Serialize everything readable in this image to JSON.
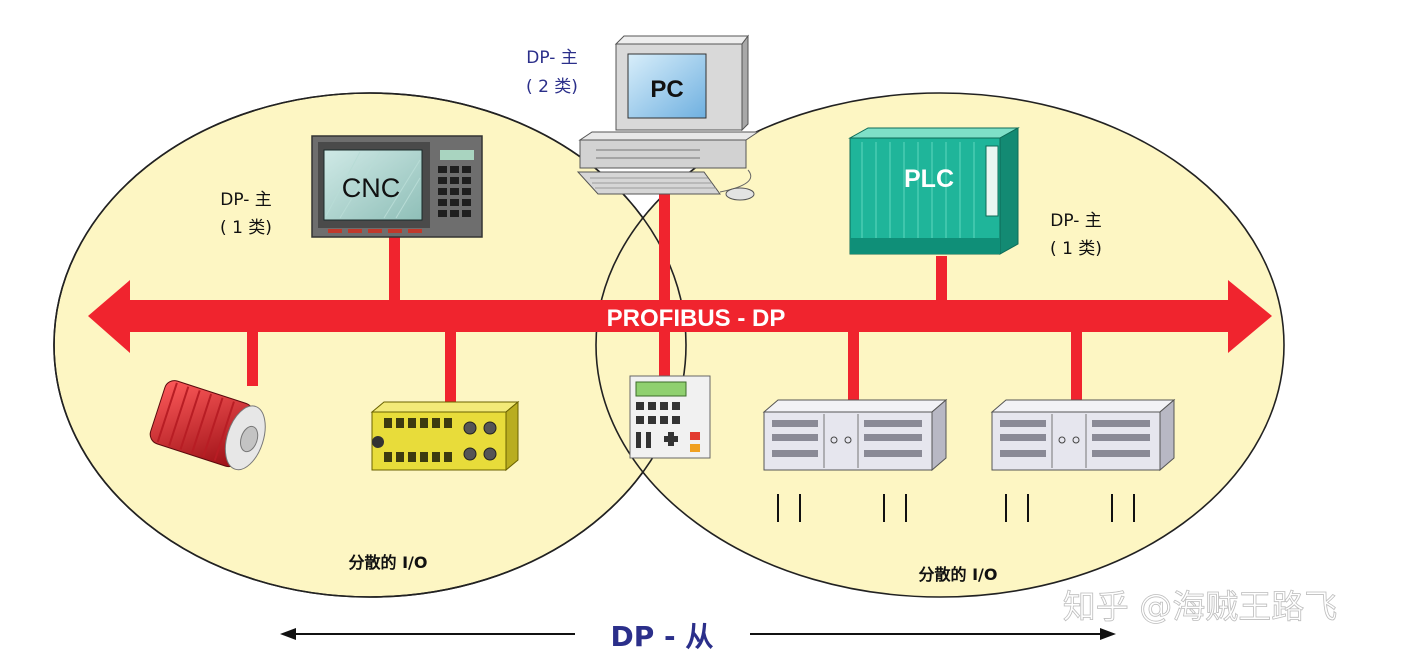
{
  "bus": {
    "label": "PROFIBUS - DP"
  },
  "masters": {
    "pc": {
      "screen_text": "PC",
      "role_line1": "DP- 主",
      "role_line2": "( 2 类)"
    },
    "cnc": {
      "screen_text": "CNC",
      "role_line1": "DP- 主",
      "role_line2": "( 1 类)"
    },
    "plc": {
      "screen_text": "PLC",
      "role_line1": "DP- 主",
      "role_line2": "( 1 类)"
    }
  },
  "groups": {
    "left_caption": "分散的 I/O",
    "right_caption": "分散的 I/O"
  },
  "footer": {
    "slave_label": "DP - 从"
  },
  "watermark": {
    "text": "知乎 @海贼王路飞"
  },
  "colors": {
    "bus": "#f0242e",
    "zone_fill": "#fdf6c3",
    "plc": "#1fb59a",
    "label_blue": "#2b2f8a",
    "io_yellow": "#e8dc3a"
  }
}
